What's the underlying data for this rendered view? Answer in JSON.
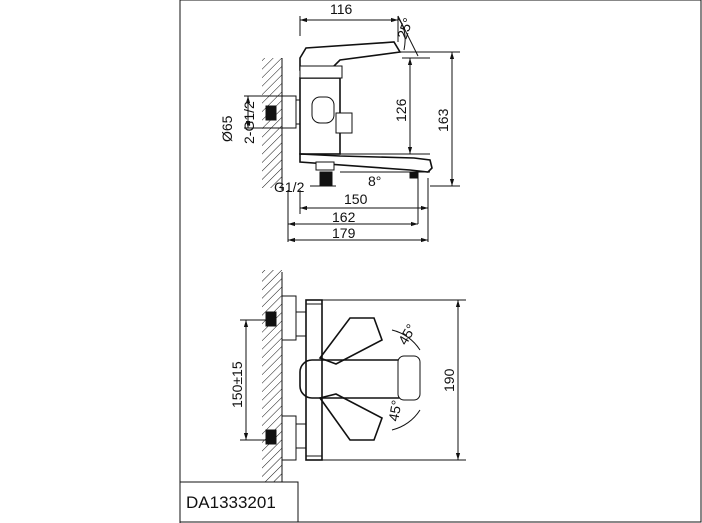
{
  "product_code": "DA1333201",
  "side_view": {
    "dims": {
      "top_width": "116",
      "lever_angle": "25°",
      "body_height": "126",
      "total_height": "163",
      "thread_side": "Ø65",
      "thread_conn": "2-G1/2",
      "spout_angle": "8°",
      "outlet_thread": "G1/2",
      "d150": "150",
      "d162": "162",
      "d179": "179"
    }
  },
  "top_view": {
    "dims": {
      "spacing": "150±15",
      "depth": "190",
      "angle_upper": "45°",
      "angle_lower": "45°"
    }
  }
}
